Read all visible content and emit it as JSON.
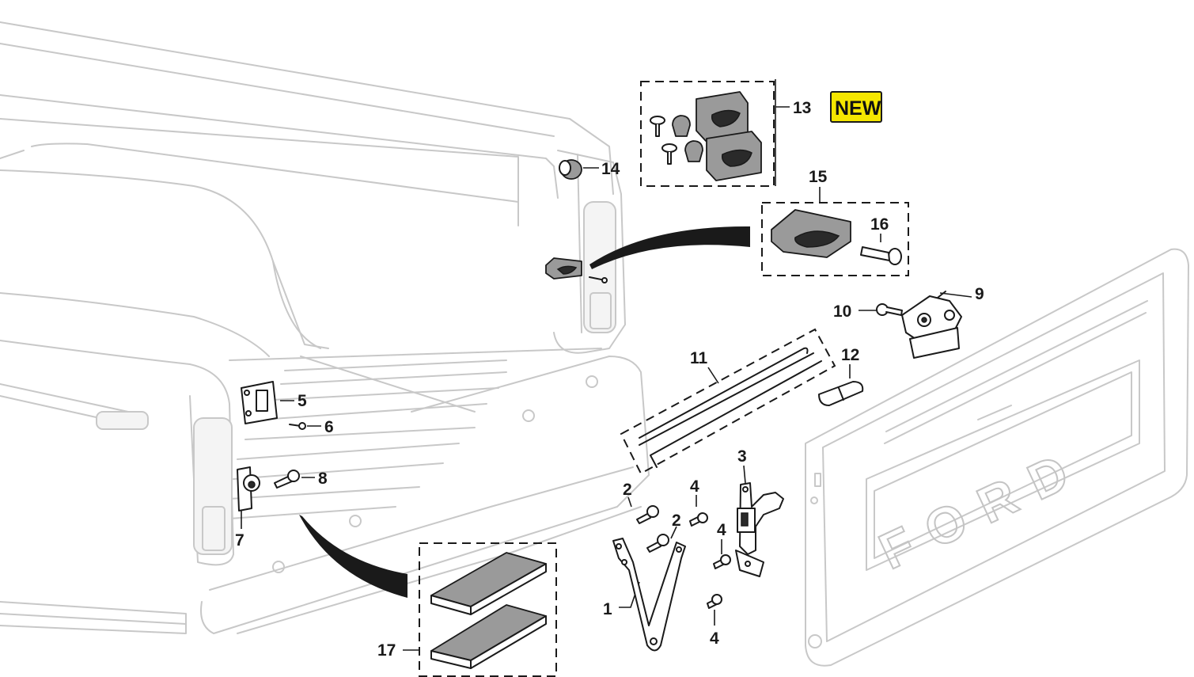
{
  "diagram": {
    "callouts": [
      {
        "id": "1",
        "text": "1"
      },
      {
        "id": "2a",
        "text": "2"
      },
      {
        "id": "2b",
        "text": "2"
      },
      {
        "id": "3",
        "text": "3"
      },
      {
        "id": "4a",
        "text": "4"
      },
      {
        "id": "4b",
        "text": "4"
      },
      {
        "id": "4c",
        "text": "4"
      },
      {
        "id": "5",
        "text": "5"
      },
      {
        "id": "6",
        "text": "6"
      },
      {
        "id": "7",
        "text": "7"
      },
      {
        "id": "8",
        "text": "8"
      },
      {
        "id": "9",
        "text": "9"
      },
      {
        "id": "10",
        "text": "10"
      },
      {
        "id": "11",
        "text": "11"
      },
      {
        "id": "12",
        "text": "12"
      },
      {
        "id": "13",
        "text": "13"
      },
      {
        "id": "14",
        "text": "14"
      },
      {
        "id": "15",
        "text": "15"
      },
      {
        "id": "16",
        "text": "16"
      },
      {
        "id": "17",
        "text": "17"
      }
    ],
    "new_badge": {
      "text": "NEW",
      "color": "#f5e600"
    },
    "tailgate_lettering": "FORD",
    "colors": {
      "ghost_line": "#c8c8c8",
      "part_line": "#1a1a1a",
      "pad_fill": "#9a9a9a"
    }
  }
}
